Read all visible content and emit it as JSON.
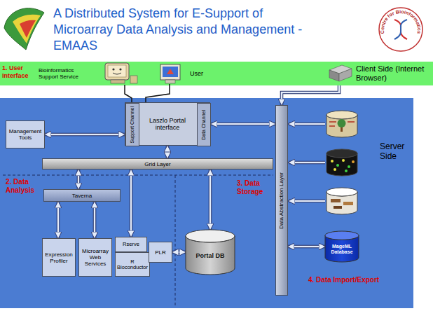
{
  "diagram": {
    "title": "A Distributed System for E-Support of Microarray Data Analysis and Management - EMAAS",
    "nodes": [
      {
        "text": [
          "1. User Interface"
        ]
      },
      {
        "text": [
          "Bioinformatics Support Service"
        ],
        "in": 0
      },
      {
        "text": [
          "User"
        ],
        "in": 0
      },
      {
        "text": [
          "Client Side (Internet Browser)"
        ],
        "in": 0
      },
      {
        "text": [
          "Server Side"
        ]
      },
      {
        "text": [
          "Management Tools"
        ],
        "in": 4
      },
      {
        "text": [
          "Laszlo Portal interface"
        ],
        "in": 4
      },
      {
        "text": [
          "Support Channel"
        ],
        "in": 6
      },
      {
        "text": [
          "Data Channel"
        ],
        "in": 6
      },
      {
        "text": [
          "Grid Layer"
        ],
        "in": 4
      },
      {
        "text": [
          "Taverna"
        ],
        "in": 4
      },
      {
        "text": [
          "Expression Profiler"
        ],
        "in": 4
      },
      {
        "text": [
          "Microarray Web Services"
        ],
        "in": 4
      },
      {
        "text": [
          "Rserve"
        ],
        "in": 4
      },
      {
        "text": [
          "R Bioconductor"
        ],
        "in": 4
      },
      {
        "text": [
          "PLR"
        ],
        "in": 4
      },
      {
        "text": [
          "Portal DB"
        ],
        "in": 4
      },
      {
        "text": [
          "Data Abstraction Layer"
        ],
        "in": 4
      },
      {
        "text": [
          "MageML Database"
        ],
        "in": 4
      }
    ],
    "edges": [
      {
        "from": 1,
        "to": 7,
        "arrow": "none"
      },
      {
        "from": 2,
        "to": 6,
        "arrow": "none"
      },
      {
        "from": 3,
        "to": 17,
        "arrow": "to"
      },
      {
        "from": 5,
        "to": 6,
        "arrow": "both"
      },
      {
        "from": 8,
        "to": 17,
        "arrow": "both"
      },
      {
        "from": 6,
        "to": 9,
        "arrow": "both"
      },
      {
        "from": 9,
        "to": 10,
        "arrow": "both"
      },
      {
        "from": 9,
        "to": 13,
        "arrow": "both"
      },
      {
        "from": 9,
        "to": 16,
        "arrow": "both"
      },
      {
        "from": 10,
        "to": 11,
        "arrow": "both"
      },
      {
        "from": 10,
        "to": 12,
        "arrow": "both"
      },
      {
        "from": 15,
        "to": 16,
        "arrow": "both"
      },
      {
        "from": 18,
        "to": 17,
        "arrow": "both"
      }
    ],
    "labels": [
      "Centre for Bioinformatics",
      "2. Data Analysis",
      "3. Data Storage",
      "4. Data Import/Export"
    ]
  }
}
